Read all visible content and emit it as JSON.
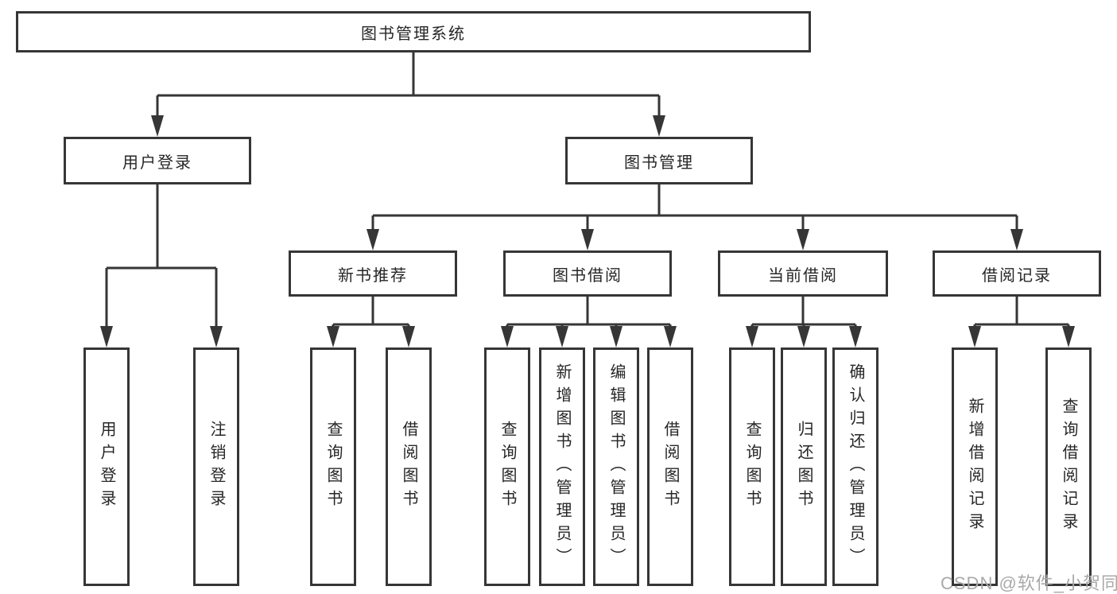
{
  "diagram": {
    "nodes": {
      "root": {
        "label": "图书管理系统"
      },
      "user_login": {
        "label": "用户登录"
      },
      "book_mgmt": {
        "label": "图书管理"
      },
      "new_books": {
        "label": "新书推荐"
      },
      "book_borrow": {
        "label": "图书借阅"
      },
      "current_borrow": {
        "label": "当前借阅"
      },
      "borrow_records": {
        "label": "借阅记录"
      },
      "leaf_user_login": {
        "label": "用户登录"
      },
      "leaf_logout": {
        "label": "注销登录"
      },
      "leaf_query_new": {
        "label": "查询图书"
      },
      "leaf_borrow_new": {
        "label": "借阅图书"
      },
      "leaf_query_borrow": {
        "label": "查询图书"
      },
      "leaf_add_book": {
        "label": "新增图书（管理员）"
      },
      "leaf_edit_book": {
        "label": "编辑图书（管理员）"
      },
      "leaf_borrow_book": {
        "label": "借阅图书"
      },
      "leaf_query_current": {
        "label": "查询图书"
      },
      "leaf_return_book": {
        "label": "归还图书"
      },
      "leaf_confirm_return": {
        "label": "确认归还（管理员）"
      },
      "leaf_add_record": {
        "label": "新增借阅记录"
      },
      "leaf_query_record": {
        "label": "查询借阅记录"
      }
    },
    "colors": {
      "line": "#363636",
      "text": "#262626",
      "background": "#ffffff",
      "watermark": "#a9a9a9"
    }
  },
  "watermark": {
    "text": "CSDN @软件_小贺同学"
  }
}
